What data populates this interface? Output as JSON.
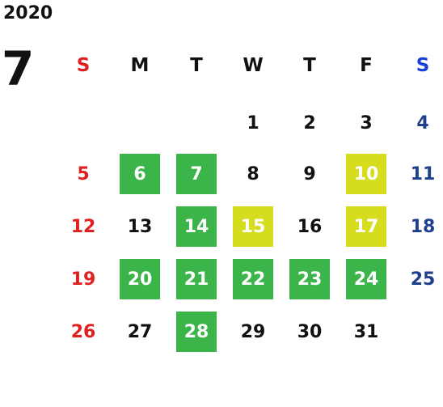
{
  "calendar": {
    "year": "2020",
    "month": "7",
    "weekdays": [
      "S",
      "M",
      "T",
      "W",
      "T",
      "F",
      "S"
    ],
    "colors": {
      "highlight_green": "#3bb54a",
      "highlight_yellow": "#d6dc1e",
      "sunday": "#e02020",
      "saturday": "#1f3f8f"
    },
    "weeks": [
      [
        null,
        null,
        null,
        {
          "day": "1"
        },
        {
          "day": "2"
        },
        {
          "day": "3"
        },
        {
          "day": "4"
        }
      ],
      [
        {
          "day": "5"
        },
        {
          "day": "6",
          "mark": "green"
        },
        {
          "day": "7",
          "mark": "green"
        },
        {
          "day": "8"
        },
        {
          "day": "9"
        },
        {
          "day": "10",
          "mark": "yellow"
        },
        {
          "day": "11"
        }
      ],
      [
        {
          "day": "12"
        },
        {
          "day": "13"
        },
        {
          "day": "14",
          "mark": "green"
        },
        {
          "day": "15",
          "mark": "yellow"
        },
        {
          "day": "16"
        },
        {
          "day": "17",
          "mark": "yellow"
        },
        {
          "day": "18"
        }
      ],
      [
        {
          "day": "19"
        },
        {
          "day": "20",
          "mark": "green"
        },
        {
          "day": "21",
          "mark": "green"
        },
        {
          "day": "22",
          "mark": "green"
        },
        {
          "day": "23",
          "mark": "green"
        },
        {
          "day": "24",
          "mark": "green"
        },
        {
          "day": "25"
        }
      ],
      [
        {
          "day": "26"
        },
        {
          "day": "27"
        },
        {
          "day": "28",
          "mark": "green"
        },
        {
          "day": "29"
        },
        {
          "day": "30"
        },
        {
          "day": "31"
        },
        null
      ]
    ]
  }
}
